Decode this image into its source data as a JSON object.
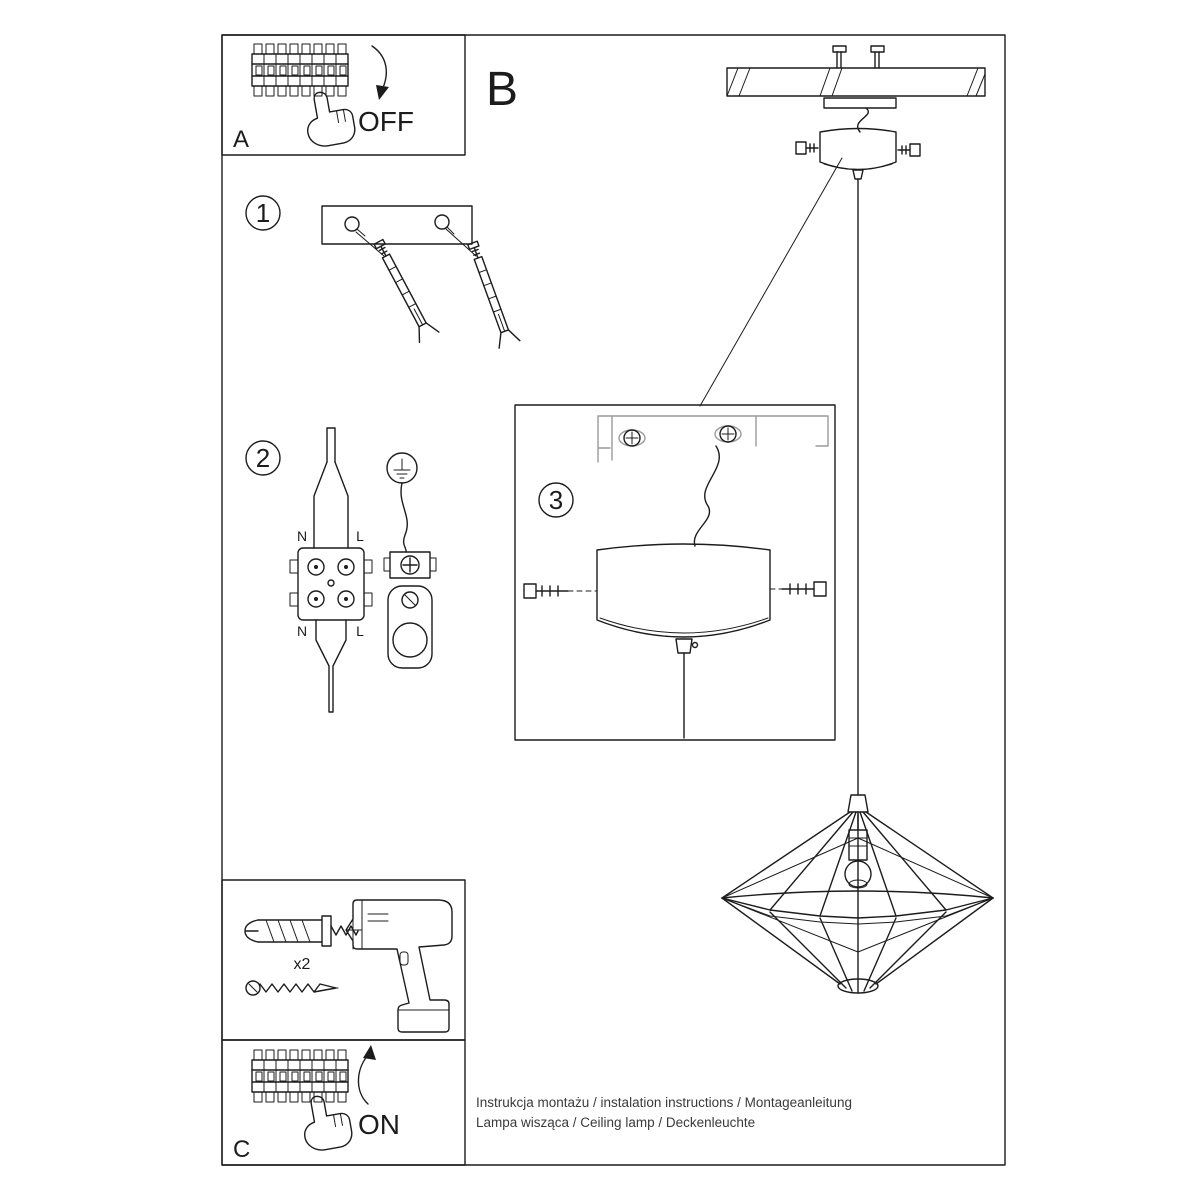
{
  "panels": {
    "a": {
      "label": "A",
      "switch_label": "OFF"
    },
    "b": {
      "label": "B"
    },
    "c": {
      "label": "C",
      "switch_label": "ON"
    }
  },
  "steps": {
    "one": "1",
    "two": "2",
    "three": "3"
  },
  "wiring_labels": {
    "n_top": "N",
    "l_top": "L",
    "n_bottom": "N",
    "l_bottom": "L"
  },
  "hardware": {
    "plug_quantity": "x2"
  },
  "footer": {
    "line1": "Instrukcja montażu / instalation instructions / Montageanleitung",
    "line2": "Lampa wisząca / Ceiling lamp / Deckenleuchte"
  },
  "colors": {
    "ink": "#1c1c1c",
    "paper": "#ffffff",
    "muted": "#9b9b9b"
  },
  "icons": [
    "circuit-breaker-icon",
    "hand-press-icon",
    "arrow-down-icon",
    "arrow-up-icon",
    "wall-plug-icon",
    "screw-icon",
    "drill-icon",
    "earth-symbol-icon",
    "terminal-block-icon",
    "ceiling-canopy-icon",
    "pendant-lamp-icon"
  ]
}
